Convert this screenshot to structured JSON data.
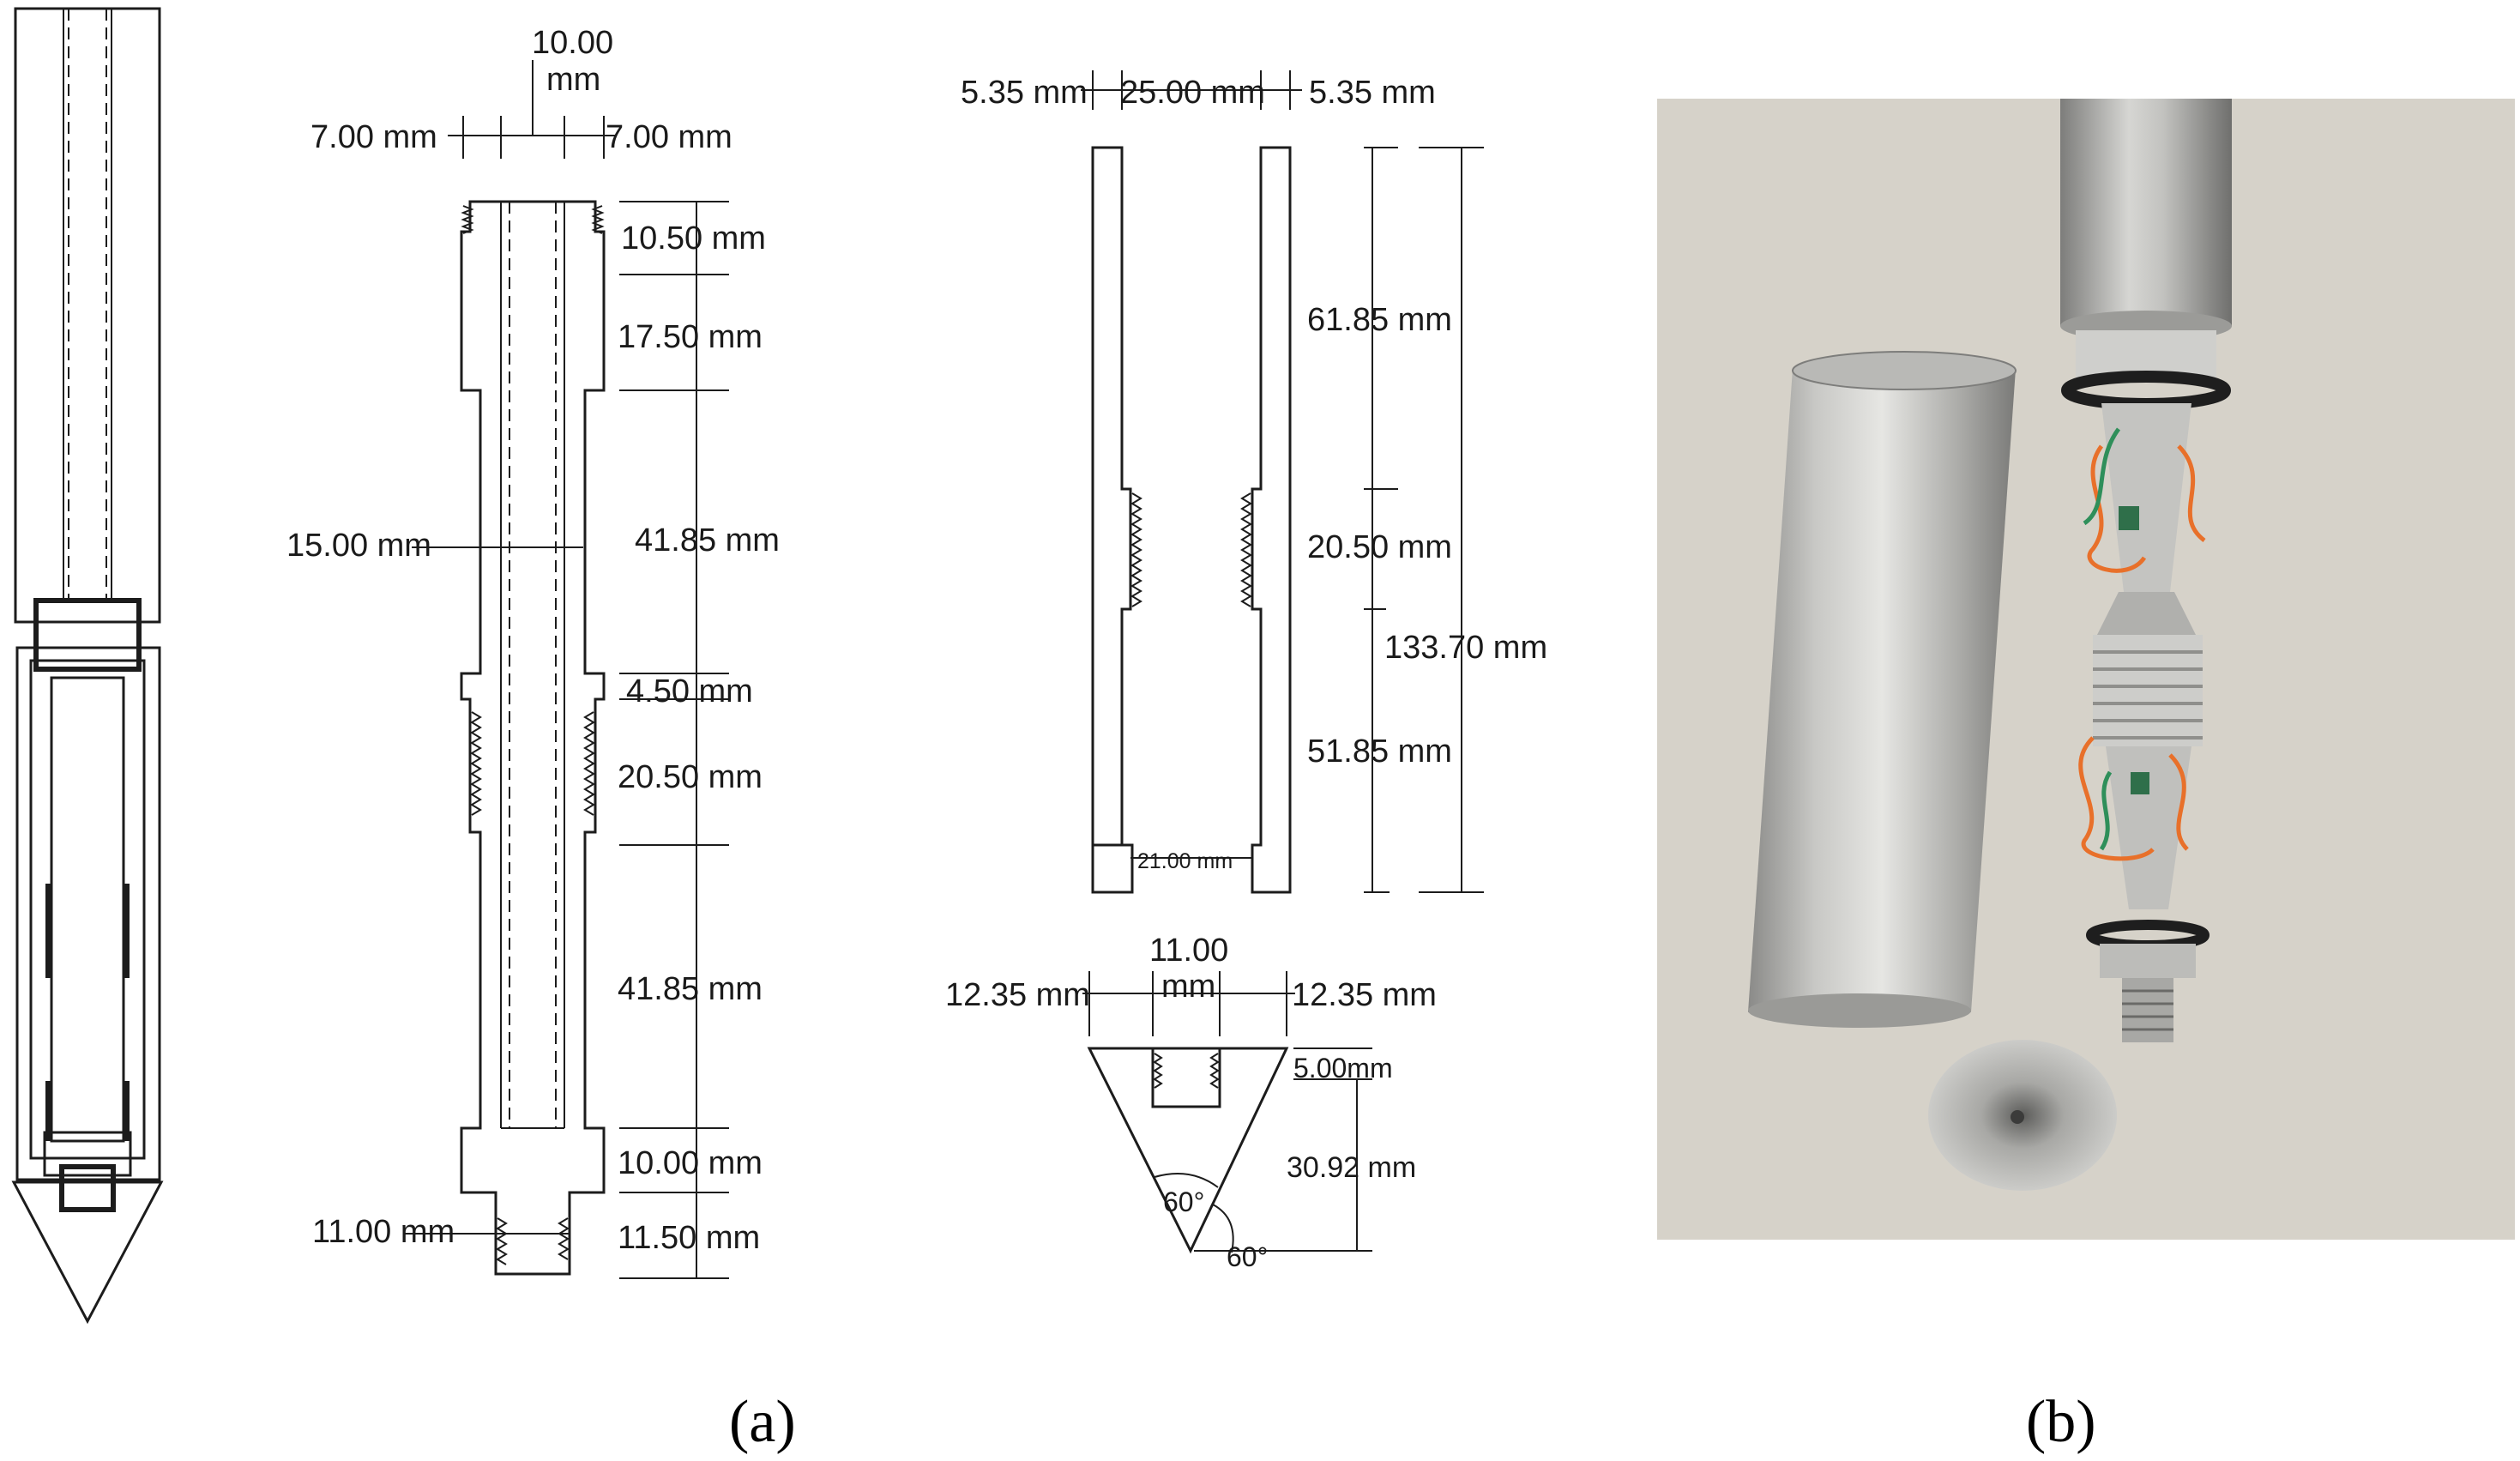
{
  "dims": {
    "top_width": "10.00\nmm",
    "top_width_l1": "10.00",
    "top_width_l2": "mm",
    "left_wall": "7.00 mm",
    "right_wall": "7.00 mm",
    "seg1": "10.50 mm",
    "seg2": "17.50 mm",
    "bore": "15.00 mm",
    "seg3": "41.85 mm",
    "seg4": "4.50 mm",
    "seg5": "20.50 mm",
    "seg6": "41.85 mm",
    "seg7": "10.00 mm",
    "thread_dia": "11.00 mm",
    "seg8": "11.50 mm",
    "sleeve_left": "5.35 mm",
    "sleeve_mid": "25.00 mm",
    "sleeve_right": "5.35 mm",
    "sleeve_upper": "61.85 mm",
    "sleeve_thread": "20.50 mm",
    "sleeve_total": "133.70 mm",
    "sleeve_lower": "51.85 mm",
    "sleeve_inner": "21.00 mm",
    "cone_left": "12.35 mm",
    "cone_mid_l1": "11.00",
    "cone_mid_l2": "mm",
    "cone_right": "12.35 mm",
    "cone_hole_depth": "5.00mm",
    "cone_height": "30.92 mm",
    "angle_1": "60°",
    "angle_2": "60°"
  },
  "labels": {
    "panel_a": "(a)",
    "panel_b": "(b)"
  },
  "colors": {
    "line": "#1c1c1c",
    "photo_bg": "#d6d2c9",
    "metal_light": "#d9d9d6",
    "metal_dark": "#8a8a88",
    "wire_orange": "#e8702a",
    "wire_green": "#2f8f5a",
    "oring": "#1e1e1e"
  }
}
